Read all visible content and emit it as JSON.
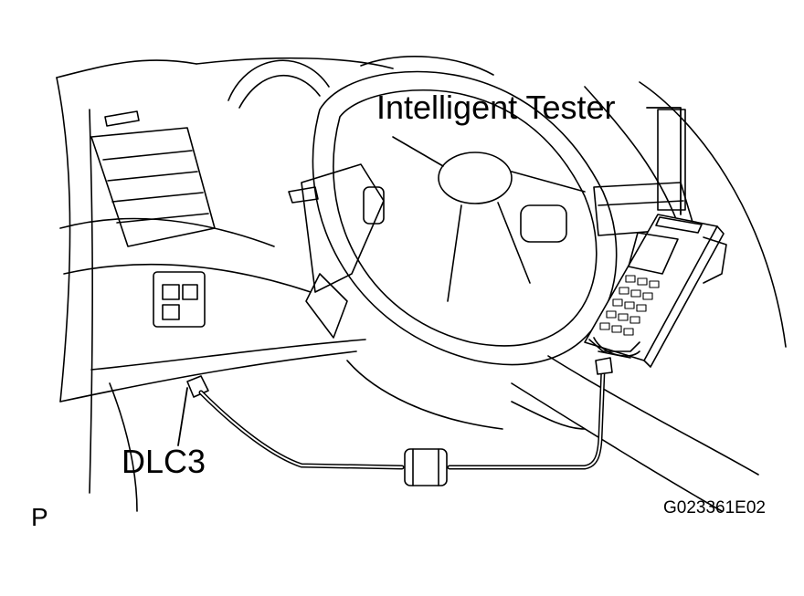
{
  "figure": {
    "labels": {
      "tester": "Intelligent Tester",
      "connector": "DLC3",
      "figure_code": "G023361E02",
      "corner_mark": "P"
    }
  }
}
